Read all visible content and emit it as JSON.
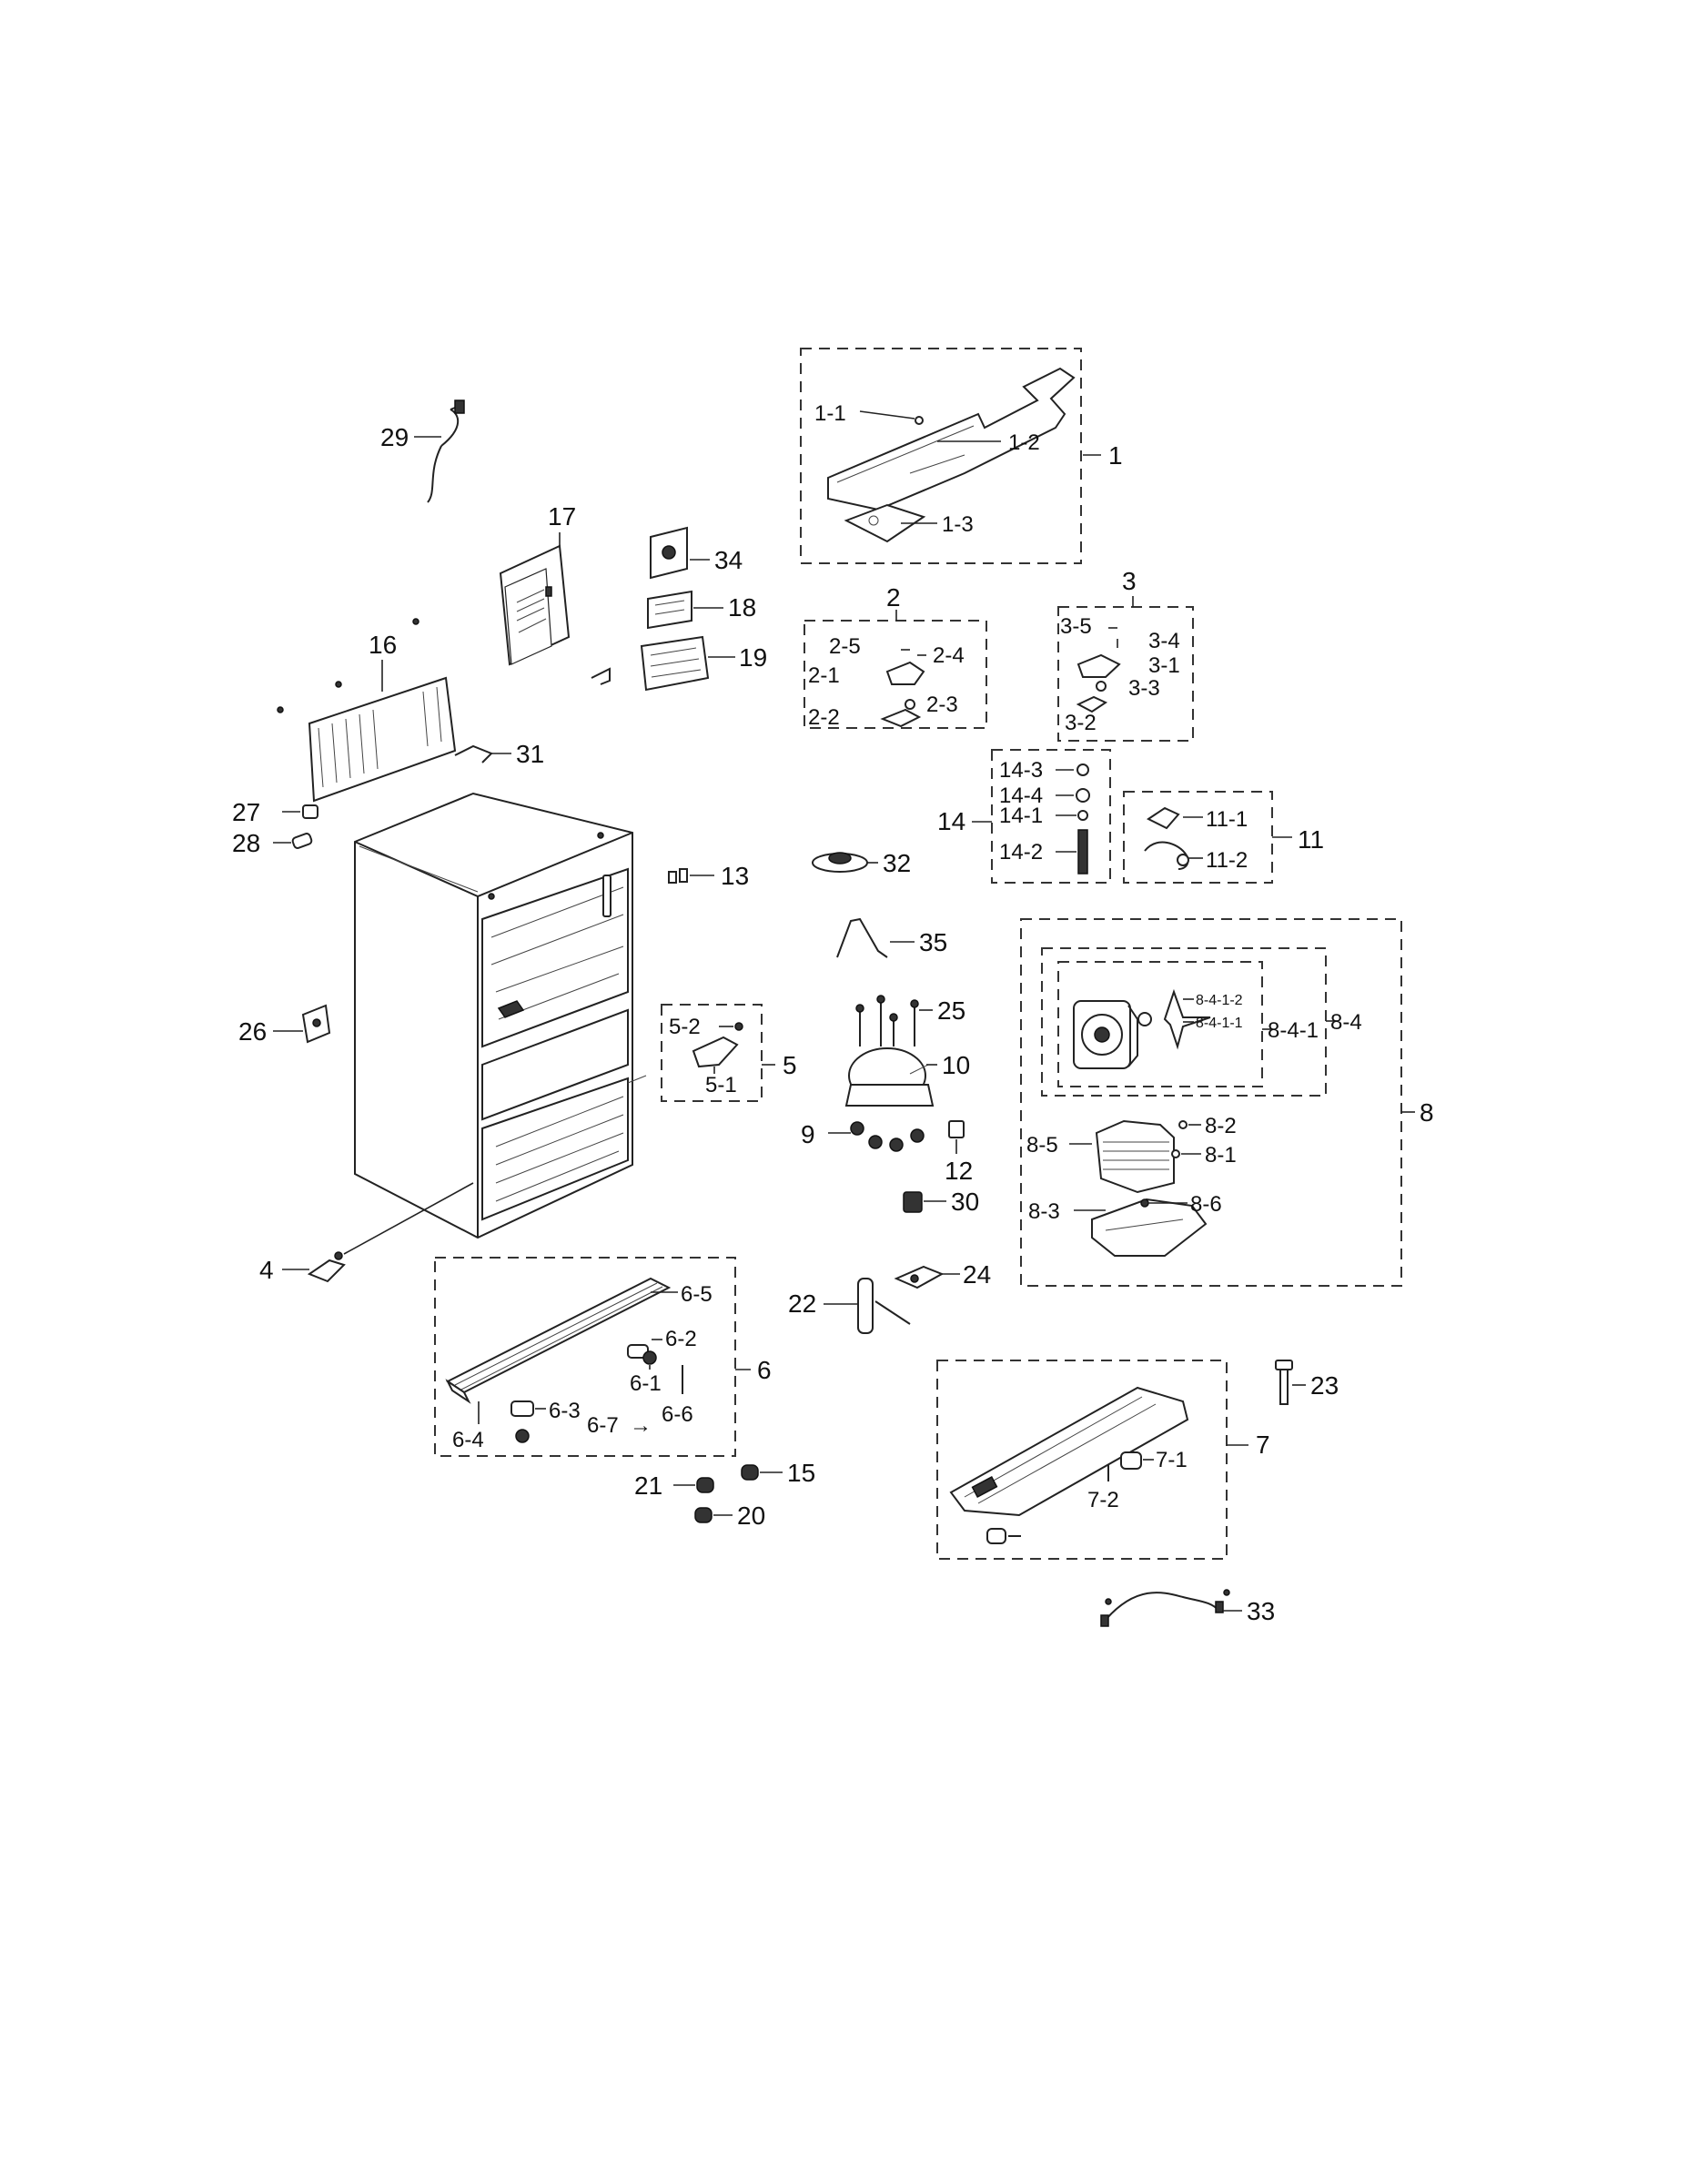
{
  "diagram": {
    "labels": {
      "p1": "1",
      "p1_1": "1-1",
      "p1_2": "1-2",
      "p1_3": "1-3",
      "p2": "2",
      "p2_1": "2-1",
      "p2_2": "2-2",
      "p2_3": "2-3",
      "p2_4": "2-4",
      "p2_5": "2-5",
      "p3": "3",
      "p3_1": "3-1",
      "p3_2": "3-2",
      "p3_3": "3-3",
      "p3_4": "3-4",
      "p3_5": "3-5",
      "p4": "4",
      "p5": "5",
      "p5_1": "5-1",
      "p5_2": "5-2",
      "p6": "6",
      "p6_1": "6-1",
      "p6_2": "6-2",
      "p6_3": "6-3",
      "p6_4": "6-4",
      "p6_5": "6-5",
      "p6_6": "6-6",
      "p6_7": "6-7",
      "p7": "7",
      "p7_1": "7-1",
      "p7_2": "7-2",
      "p8": "8",
      "p8_1": "8-1",
      "p8_2": "8-2",
      "p8_3": "8-3",
      "p8_4": "8-4",
      "p8_4_1": "8-4-1",
      "p8_4_1_1": "8-4-1-1",
      "p8_4_1_2": "8-4-1-2",
      "p8_5": "8-5",
      "p8_6": "8-6",
      "p9": "9",
      "p10": "10",
      "p11": "11",
      "p11_1": "11-1",
      "p11_2": "11-2",
      "p12": "12",
      "p13": "13",
      "p14": "14",
      "p14_1": "14-1",
      "p14_2": "14-2",
      "p14_3": "14-3",
      "p14_4": "14-4",
      "p15": "15",
      "p16": "16",
      "p17": "17",
      "p18": "18",
      "p19": "19",
      "p20": "20",
      "p21": "21",
      "p22": "22",
      "p23": "23",
      "p24": "24",
      "p25": "25",
      "p26": "26",
      "p27": "27",
      "p28": "28",
      "p29": "29",
      "p30": "30",
      "p31": "31",
      "p32": "32",
      "p33": "33",
      "p34": "34",
      "p35": "35"
    }
  }
}
